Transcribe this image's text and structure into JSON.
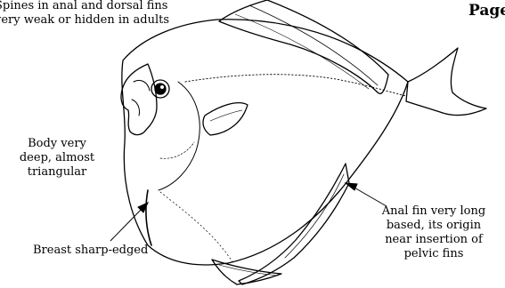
{
  "header": {
    "page_label": "Page"
  },
  "labels": {
    "spines": [
      "Spines in anal and dorsal fins",
      "very weak or hidden in adults"
    ],
    "body": [
      "Body very",
      "deep, almost",
      "triangular"
    ],
    "breast": [
      "Breast sharp-edged"
    ],
    "anal_fin": [
      "Anal fin very long",
      "based, its origin",
      "near insertion of",
      "pelvic fins"
    ]
  },
  "colors": {
    "ink": "#000000",
    "paper": "#ffffff"
  }
}
